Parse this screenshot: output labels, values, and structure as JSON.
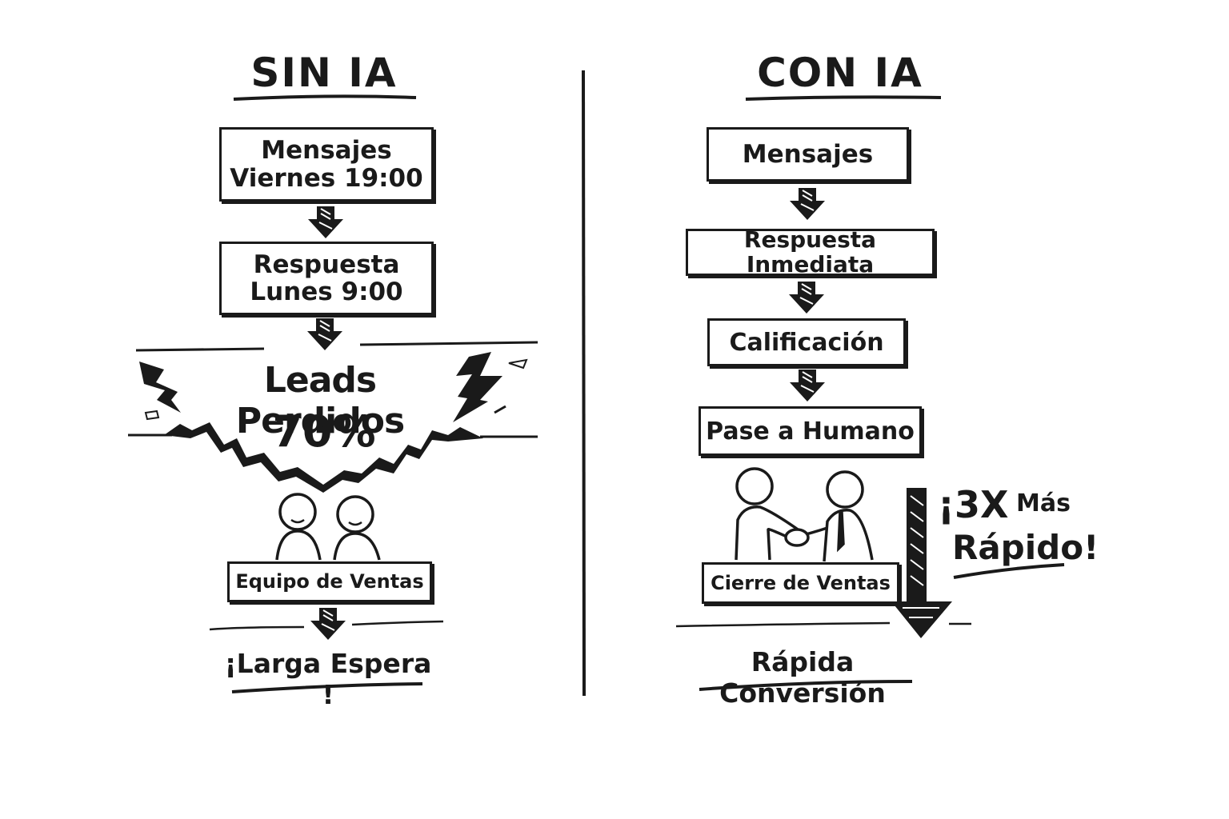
{
  "left": {
    "title": "SIN IA",
    "box1_line1": "Mensajes",
    "box1_line2": "Viernes 19:00",
    "box2_line1": "Respuesta",
    "box2_line2": "Lunes 9:00",
    "loss_label": "Leads Perdidos",
    "loss_value": "70%",
    "team_label": "Equipo de Ventas",
    "result": "¡Larga Espera !"
  },
  "right": {
    "title": "CON IA",
    "step1": "Mensajes",
    "step2": "Respuesta Inmediata",
    "step3": "Calificación",
    "step4": "Pase a Humano",
    "close_label": "Cierre de Ventas",
    "speed_big": "¡3X",
    "speed_small": "Más",
    "speed_line2": "Rápido!",
    "result": "Rápida Conversión"
  },
  "colors": {
    "ink": "#1a1a1a",
    "paper": "#ffffff"
  }
}
